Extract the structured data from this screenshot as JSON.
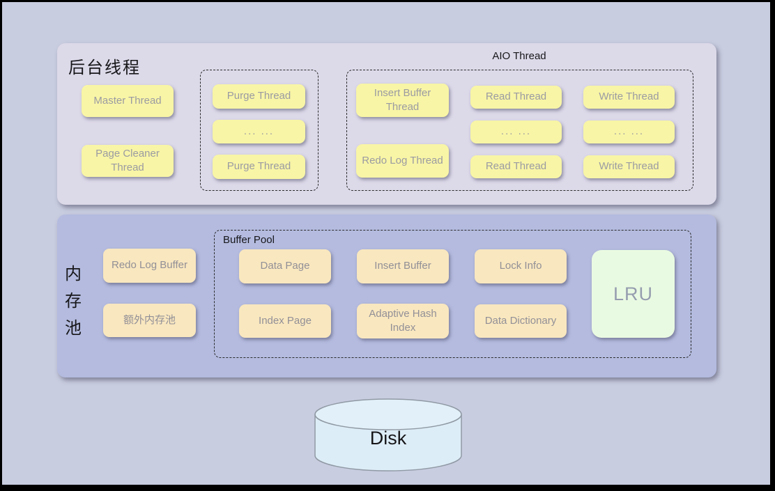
{
  "colors": {
    "frame": "#000000",
    "canvas_bg": "#c9cde0",
    "top_panel_bg": "#dcd9e9",
    "memory_panel_bg": "#b4bbdf",
    "thread_box_bg": "#f8f5a6",
    "buffer_box_bg": "#f9e7bf",
    "lru_box_bg": "#e9fae2",
    "disk_bg": "#ddedf7",
    "box_text": "#9b9ba2",
    "label_text": "#17171a"
  },
  "background_threads_panel": {
    "title": "后台线程",
    "master_thread": "Master Thread",
    "page_cleaner_thread": "Page Cleaner Thread",
    "purge_group": [
      "Purge Thread",
      "... ...",
      "Purge Thread"
    ],
    "aio_label": "AIO Thread",
    "aio_group": {
      "insert_buffer_thread": "Insert Buffer Thread",
      "redo_log_thread": "Redo Log Thread",
      "read_thread_1": "Read Thread",
      "read_dots": "... ...",
      "read_thread_2": "Read Thread",
      "write_thread_1": "Write Thread",
      "write_dots": "... ...",
      "write_thread_2": "Write Thread"
    }
  },
  "memory_pool_panel": {
    "title": "内存池",
    "redo_log_buffer": "Redo Log Buffer",
    "extra_memory_pool": "额外内存池",
    "buffer_pool": {
      "label": "Buffer Pool",
      "data_page": "Data Page",
      "insert_buffer": "Insert Buffer",
      "lock_info": "Lock Info",
      "index_page": "Index Page",
      "adaptive_hash_index": "Adaptive Hash Index",
      "data_dictionary": "Data Dictionary",
      "lru": "LRU"
    }
  },
  "disk": {
    "label": "Disk"
  }
}
